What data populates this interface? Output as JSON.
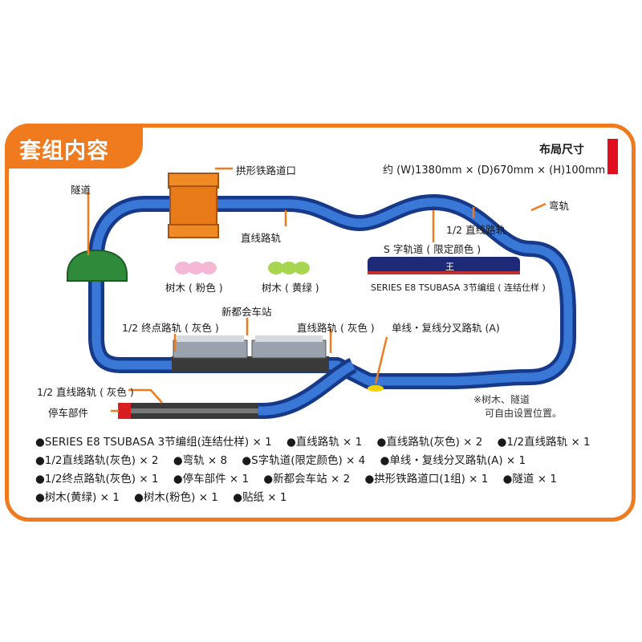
{
  "header": {
    "title": "套组内容",
    "layout_size_label": "布局尺寸",
    "layout_size_value": "约 (W)1380mm × (D)670mm × (H)100mm"
  },
  "labels": {
    "tunnel": "隧道",
    "arch_crossing": "拱形铁路道口",
    "straight_rail": "直线路轨",
    "curve_rail": "弯轨",
    "half_straight": "1/2 直线路轨",
    "s_rail": "S 字轨道 ( 限定颜色 )",
    "tree_pink": "树木 ( 粉色 )",
    "tree_yellow": "树木 ( 黄绿 )",
    "train": "SERIES E8 TSUBASA  3节编组 ( 连结仕样 )",
    "station": "新都会车站",
    "half_end_grey": "1/2 终点路轨 ( 灰色 )",
    "straight_grey": "直线路轨 ( 灰色 )",
    "switch_rail": "单线・复线分叉路轨 (A)",
    "half_straight_grey": "1/2 直线路轨 ( 灰色 )",
    "stopper": "停车部件"
  },
  "train_badge": "王",
  "note": {
    "line1": "※树木、隧道",
    "line2": "可自由设置位置。"
  },
  "contents": [
    [
      "●SERIES E8 TSUBASA 3节编组(连结仕样) × 1",
      "●直线路轨 × 1",
      "●直线路轨(灰色) × 2",
      "●1/2直线路轨 × 1"
    ],
    [
      "●1/2直线路轨(灰色) × 2",
      "●弯轨 × 8",
      "●S字轨道(限定颜色) × 4",
      "●单线・复线分叉路轨(A) × 1"
    ],
    [
      "●1/2终点路轨(灰色) × 1",
      "●停车部件 × 1",
      "●新都会车站 × 2",
      "●拱形铁路道口(1组) × 1",
      "●隧道 × 1"
    ],
    [
      "●树木(黄绿) × 1",
      "●树木(粉色) × 1",
      "●贴纸 × 1"
    ]
  ],
  "colors": {
    "accent_orange": "#f07a1e",
    "track_blue": "#1c4aa8",
    "track_blue_light": "#3a78d8",
    "track_grey": "#3a3a3a",
    "size_bar_red": "#e01020"
  }
}
